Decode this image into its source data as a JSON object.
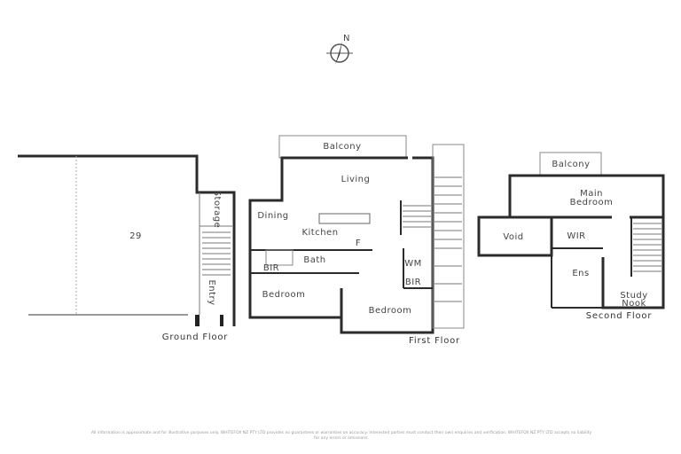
{
  "compass": {
    "label": "N"
  },
  "ground_floor": {
    "title": "Ground Floor",
    "rooms": {
      "lot": "29",
      "storage": "Storage",
      "entry": "Entry"
    }
  },
  "first_floor": {
    "title": "First Floor",
    "rooms": {
      "balcony": "Balcony",
      "living": "Living",
      "dining": "Dining",
      "kitchen": "Kitchen",
      "bath": "Bath",
      "bir1": "BIR",
      "bedroom1": "Bedroom",
      "bedroom2": "Bedroom",
      "wm": "WM",
      "bir2": "BIR",
      "fridge": "F"
    }
  },
  "second_floor": {
    "title": "Second Floor",
    "rooms": {
      "balcony": "Balcony",
      "main_bedroom_1": "Main",
      "main_bedroom_2": "Bedroom",
      "void": "Void",
      "wir": "WIR",
      "ens": "Ens",
      "study_1": "Study",
      "study_2": "Nook"
    }
  },
  "disclaimer": "All information is approximate and for illustrative purposes only. WHITEFOX NZ PTY LTD provides no guarantees or warranties on accuracy. Interested parties must conduct their own enquiries and verification. WHITEFOX NZ PTY LTD accepts no liability for any errors or omissions."
}
